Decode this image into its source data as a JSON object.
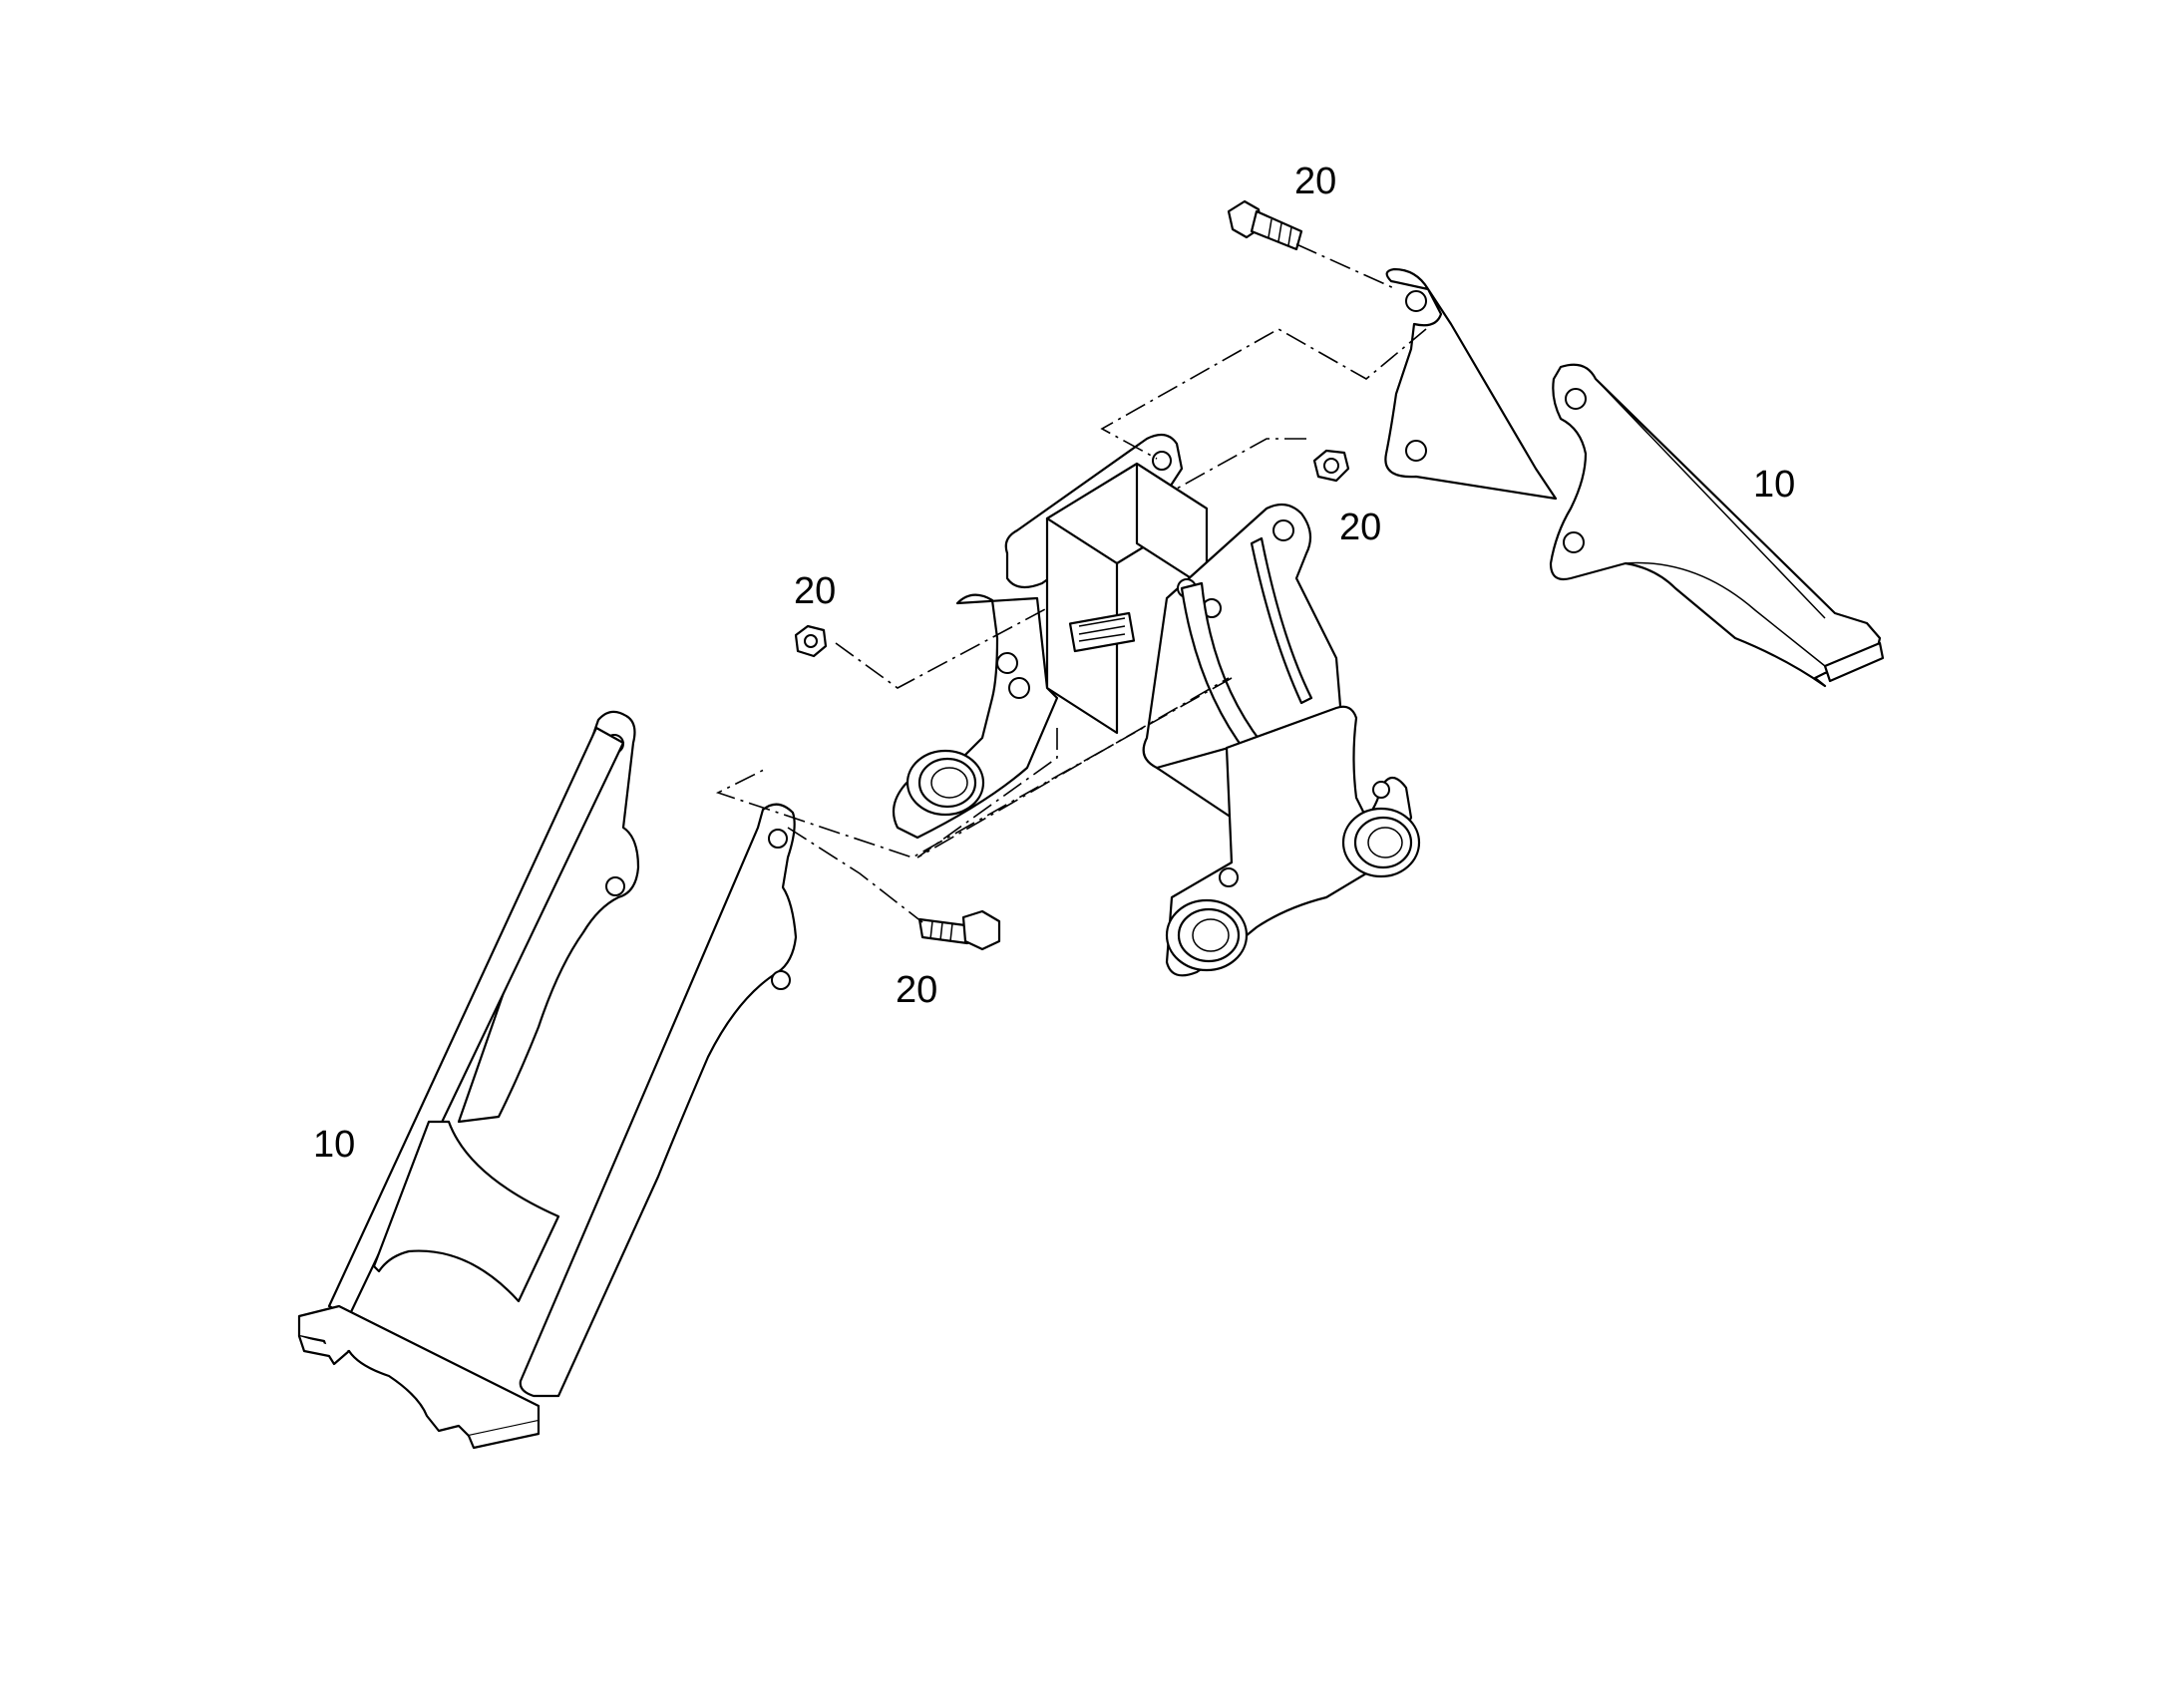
{
  "callouts": [
    {
      "id": "bolt-top",
      "label": "20"
    },
    {
      "id": "nut-right",
      "label": "20"
    },
    {
      "id": "nut-left",
      "label": "20"
    },
    {
      "id": "bolt-bottom",
      "label": "20"
    },
    {
      "id": "bracket-right",
      "label": "10"
    },
    {
      "id": "bracket-left",
      "label": "10"
    }
  ],
  "colors": {
    "line": "#000000",
    "background": "#ffffff"
  }
}
